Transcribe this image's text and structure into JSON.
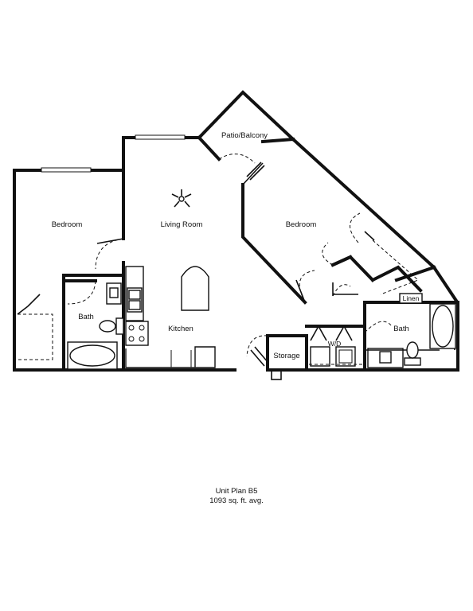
{
  "rooms": {
    "patio": "Patio/Balcony",
    "living": "Living Room",
    "bedroom_left": "Bedroom",
    "bedroom_right": "Bedroom",
    "bath_left": "Bath",
    "bath_right": "Bath",
    "kitchen": "Kitchen",
    "storage": "Storage",
    "wd": "W/D",
    "linen": "Linen"
  },
  "caption": {
    "plan": "Unit Plan B5",
    "area": "1093 sq. ft. avg."
  }
}
